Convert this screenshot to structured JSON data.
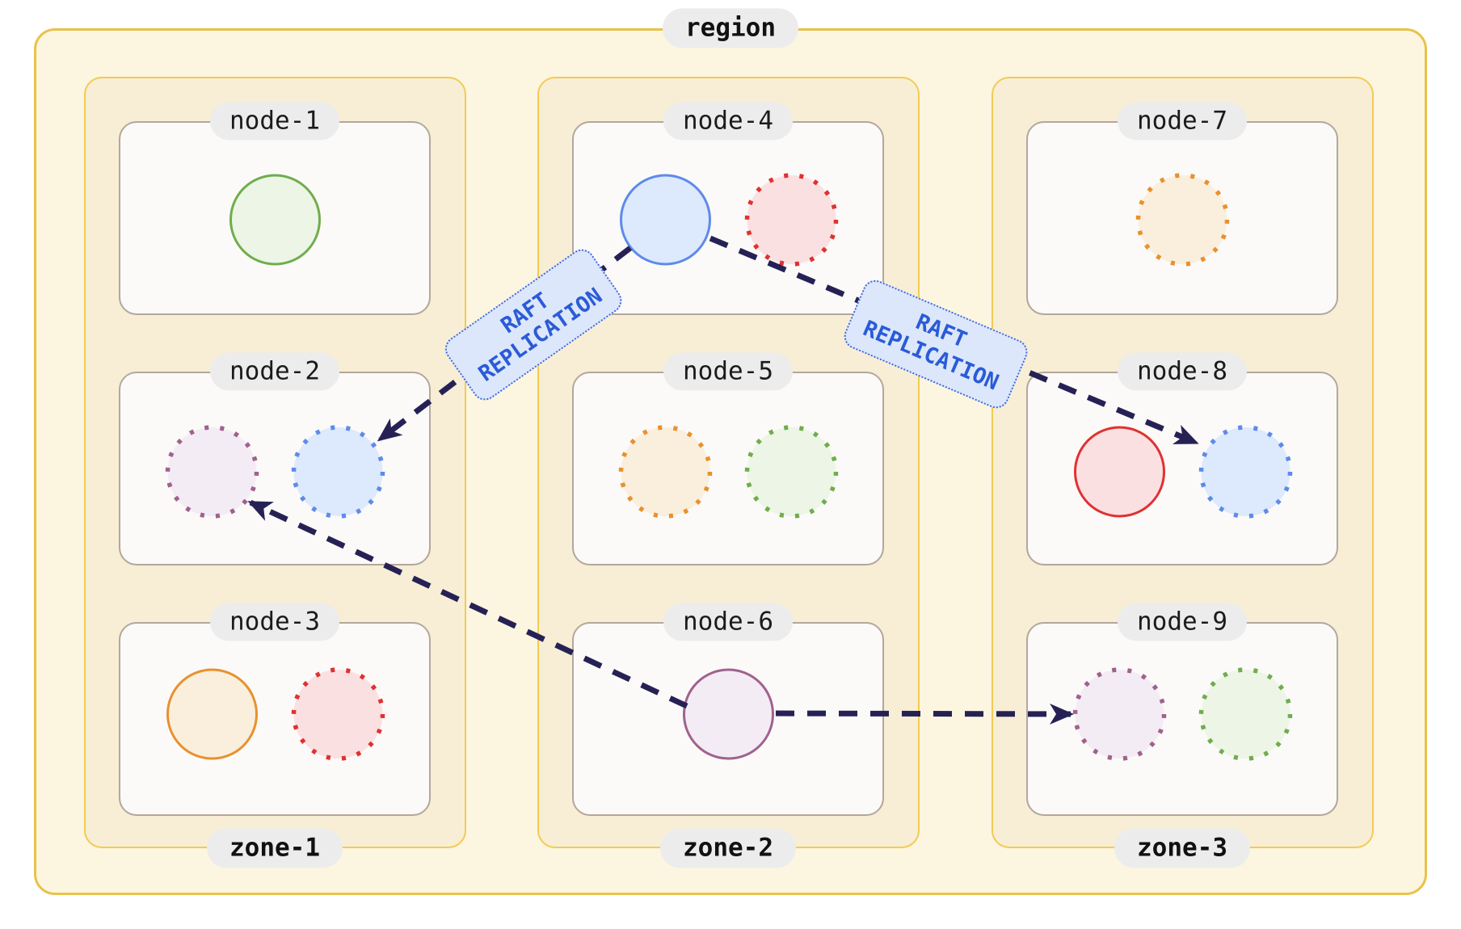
{
  "region": {
    "label": "region"
  },
  "zones": [
    {
      "label": "zone-1",
      "nodes": [
        {
          "label": "node-1",
          "replicas": [
            {
              "color": "green",
              "style": "solid"
            }
          ]
        },
        {
          "label": "node-2",
          "replicas": [
            {
              "color": "purple",
              "style": "dotted"
            },
            {
              "color": "blue",
              "style": "dotted"
            }
          ]
        },
        {
          "label": "node-3",
          "replicas": [
            {
              "color": "orange",
              "style": "solid"
            },
            {
              "color": "red",
              "style": "dotted"
            }
          ]
        }
      ]
    },
    {
      "label": "zone-2",
      "nodes": [
        {
          "label": "node-4",
          "replicas": [
            {
              "color": "blue",
              "style": "solid"
            },
            {
              "color": "red",
              "style": "dotted"
            }
          ]
        },
        {
          "label": "node-5",
          "replicas": [
            {
              "color": "orange",
              "style": "dotted"
            },
            {
              "color": "green",
              "style": "dotted"
            }
          ]
        },
        {
          "label": "node-6",
          "replicas": [
            {
              "color": "purple",
              "style": "solid"
            }
          ]
        }
      ]
    },
    {
      "label": "zone-3",
      "nodes": [
        {
          "label": "node-7",
          "replicas": [
            {
              "color": "orange",
              "style": "dotted"
            }
          ]
        },
        {
          "label": "node-8",
          "replicas": [
            {
              "color": "red",
              "style": "solid"
            },
            {
              "color": "blue",
              "style": "dotted"
            }
          ]
        },
        {
          "label": "node-9",
          "replicas": [
            {
              "color": "purple",
              "style": "dotted"
            },
            {
              "color": "green",
              "style": "dotted"
            }
          ]
        }
      ]
    }
  ],
  "raft_label": {
    "line1": "RAFT",
    "line2": "REPLICATION"
  },
  "arrows": [
    {
      "from": "node-4",
      "to": "node-2",
      "label": "RAFT REPLICATION"
    },
    {
      "from": "node-4",
      "to": "node-8",
      "label": "RAFT REPLICATION"
    },
    {
      "from": "node-6",
      "to": "node-2",
      "label": ""
    },
    {
      "from": "node-6",
      "to": "node-9",
      "label": ""
    }
  ],
  "palette": {
    "green": {
      "stroke": "#70ad4d",
      "fill": "#edf5e6"
    },
    "blue": {
      "stroke": "#5e8ae9",
      "fill": "#dde9fc"
    },
    "red": {
      "stroke": "#e03131",
      "fill": "#fbe0e2"
    },
    "orange": {
      "stroke": "#e8912d",
      "fill": "#faeedd"
    },
    "purple": {
      "stroke": "#a0618d",
      "fill": "#f4ecf4"
    },
    "arrow": "#262155",
    "raft_accent": "#2a5bd8"
  }
}
